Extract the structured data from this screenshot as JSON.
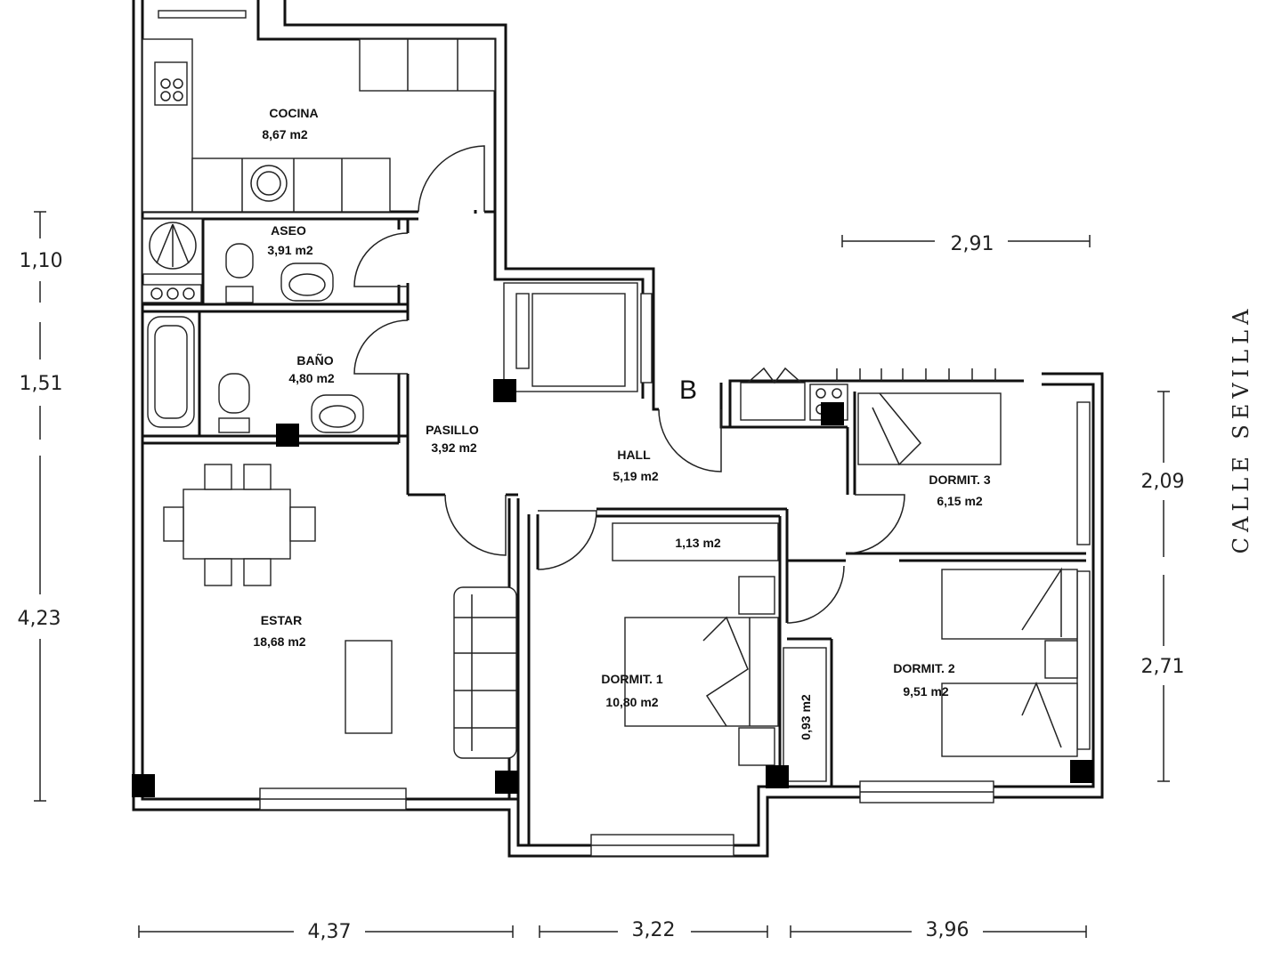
{
  "rooms": {
    "cocina": {
      "name": "COCINA",
      "area": "8,67 m2"
    },
    "aseo": {
      "name": "ASEO",
      "area": "3,91 m2"
    },
    "bano": {
      "name": "BAÑO",
      "area": "4,80 m2"
    },
    "pasillo": {
      "name": "PASILLO",
      "area": "3,92 m2"
    },
    "hall": {
      "name": "HALL",
      "area": "5,19 m2"
    },
    "estar": {
      "name": "ESTAR",
      "area": "18,68 m2"
    },
    "dormit1": {
      "name": "DORMIT. 1",
      "area": "10,80 m2"
    },
    "dormit2": {
      "name": "DORMIT. 2",
      "area": "9,51 m2"
    },
    "dormit3": {
      "name": "DORMIT. 3",
      "area": "6,15 m2"
    },
    "closet1": {
      "area": "1,13 m2"
    },
    "closet2": {
      "area": "0,93 m2"
    }
  },
  "labels": {
    "unit_letter": "B",
    "street": "CALLE SEVILLA"
  },
  "dimensions": {
    "left": [
      "1,10",
      "1,51",
      "4,23"
    ],
    "right": [
      "2,09",
      "2,71"
    ],
    "top": "2,91",
    "bottom": [
      "4,37",
      "3,22",
      "3,96"
    ]
  }
}
